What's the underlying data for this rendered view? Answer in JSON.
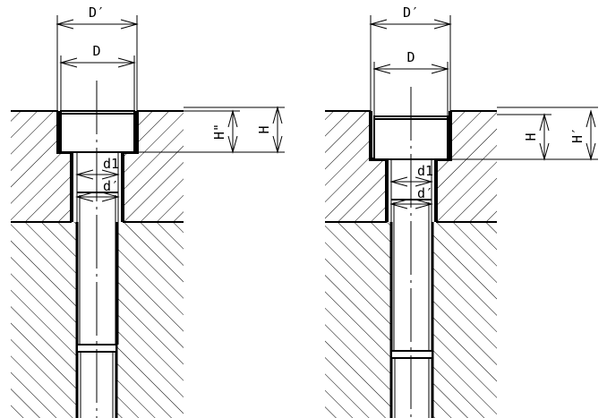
{
  "figures": [
    {
      "name": "counterbore-left",
      "labels": {
        "outer_dia": "D′",
        "bore_dia": "D",
        "inner_depth": "H\"",
        "depth": "H",
        "hole_dia": "d1",
        "thread_dia": "d′"
      }
    },
    {
      "name": "counterbore-right",
      "labels": {
        "outer_dia": "D′",
        "bore_dia": "D",
        "inner_depth": "H",
        "depth": "H′",
        "hole_dia": "d1",
        "thread_dia": "d′"
      }
    }
  ]
}
